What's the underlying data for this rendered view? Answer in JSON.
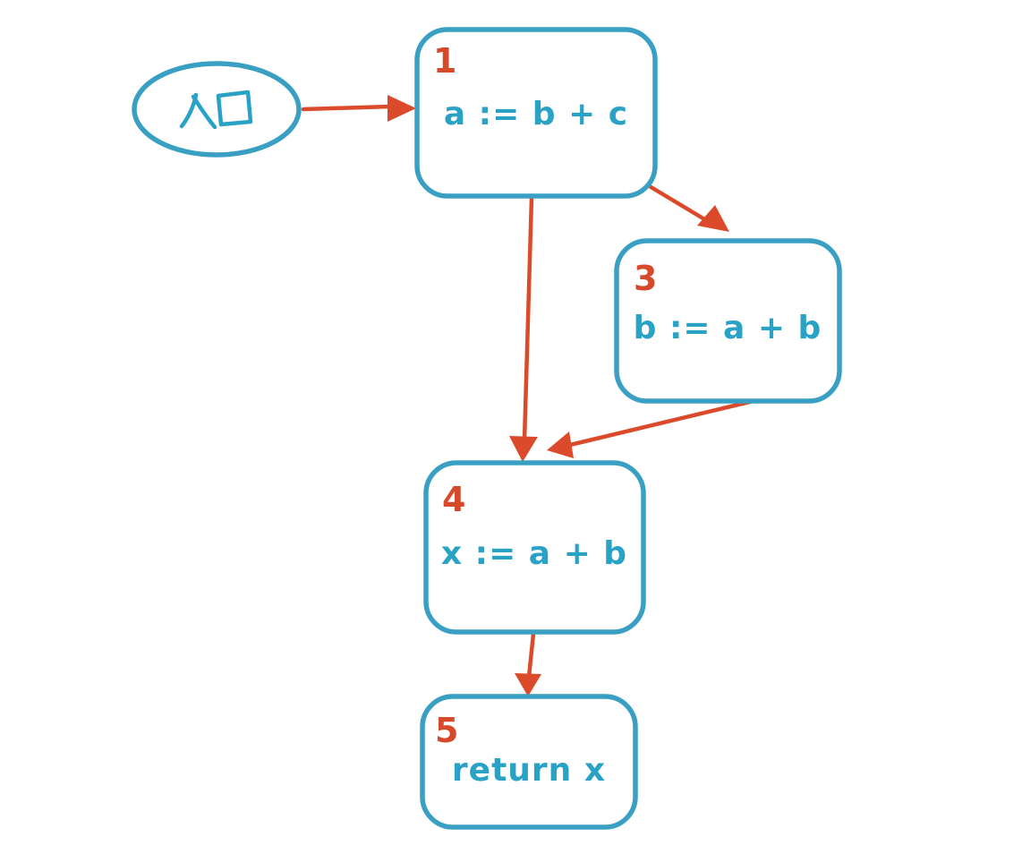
{
  "diagram": {
    "type": "control-flow-graph",
    "entry_node": {
      "label": "入口"
    },
    "nodes": [
      {
        "id": "1",
        "label": "a := b + c"
      },
      {
        "id": "3",
        "label": "b := a + b"
      },
      {
        "id": "4",
        "label": "x := a + b"
      },
      {
        "id": "5",
        "label": "return x"
      }
    ],
    "edges": [
      {
        "from": "entry",
        "to": "1"
      },
      {
        "from": "1",
        "to": "3"
      },
      {
        "from": "1",
        "to": "4"
      },
      {
        "from": "3",
        "to": "4"
      },
      {
        "from": "4",
        "to": "5"
      }
    ],
    "colors": {
      "node_border": "#3AA0C3",
      "node_text": "#2AA2C6",
      "edge": "#DB4A2B",
      "node_number": "#D7492B",
      "background": "#FFFFFF"
    }
  }
}
